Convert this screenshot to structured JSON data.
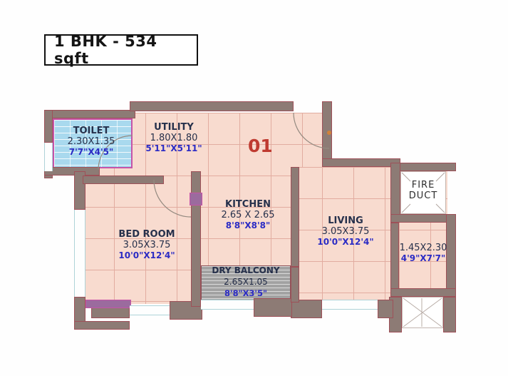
{
  "title": "1 BHK - 534 sqft",
  "unit_number": "01",
  "rooms": {
    "toilet": {
      "name": "TOILET",
      "metric": "2.30X1.35",
      "imperial": "7'7\"X4'5\""
    },
    "utility": {
      "name": "UTILITY",
      "metric": "1.80X1.80",
      "imperial": "5'11\"X5'11\""
    },
    "kitchen": {
      "name": "KITCHEN",
      "metric": "2.65 X 2.65",
      "imperial": "8'8\"X8'8\""
    },
    "bedroom": {
      "name": "BED ROOM",
      "metric": "3.05X3.75",
      "imperial": "10'0\"X12'4\""
    },
    "living": {
      "name": "LIVING",
      "metric": "3.05X3.75",
      "imperial": "10'0\"X12'4\""
    },
    "dry_balcony": {
      "name": "DRY BALCONY",
      "metric": "2.65X1.05",
      "imperial": "8'8\"X3'5\""
    },
    "balcony": {
      "metric": "1.45X2.30",
      "imperial": "4'9\"X7'7\""
    },
    "fire_duct": {
      "line1": "FIRE",
      "line2": "DUCT"
    }
  },
  "colors": {
    "floor": "#f8dbcf",
    "grid": "#e2aca0",
    "wall": "#8d7b75",
    "wall_edge": "#9e5058",
    "toilet_tile": "#a9d9ee",
    "toilet_border": "#c653a8",
    "dry_floor": "#a2a2a2",
    "unit_red": "#bf3a30",
    "dim_blue": "#2b2bc4",
    "text_dark": "#26304b",
    "accent_purple": "#9b6b9e"
  }
}
